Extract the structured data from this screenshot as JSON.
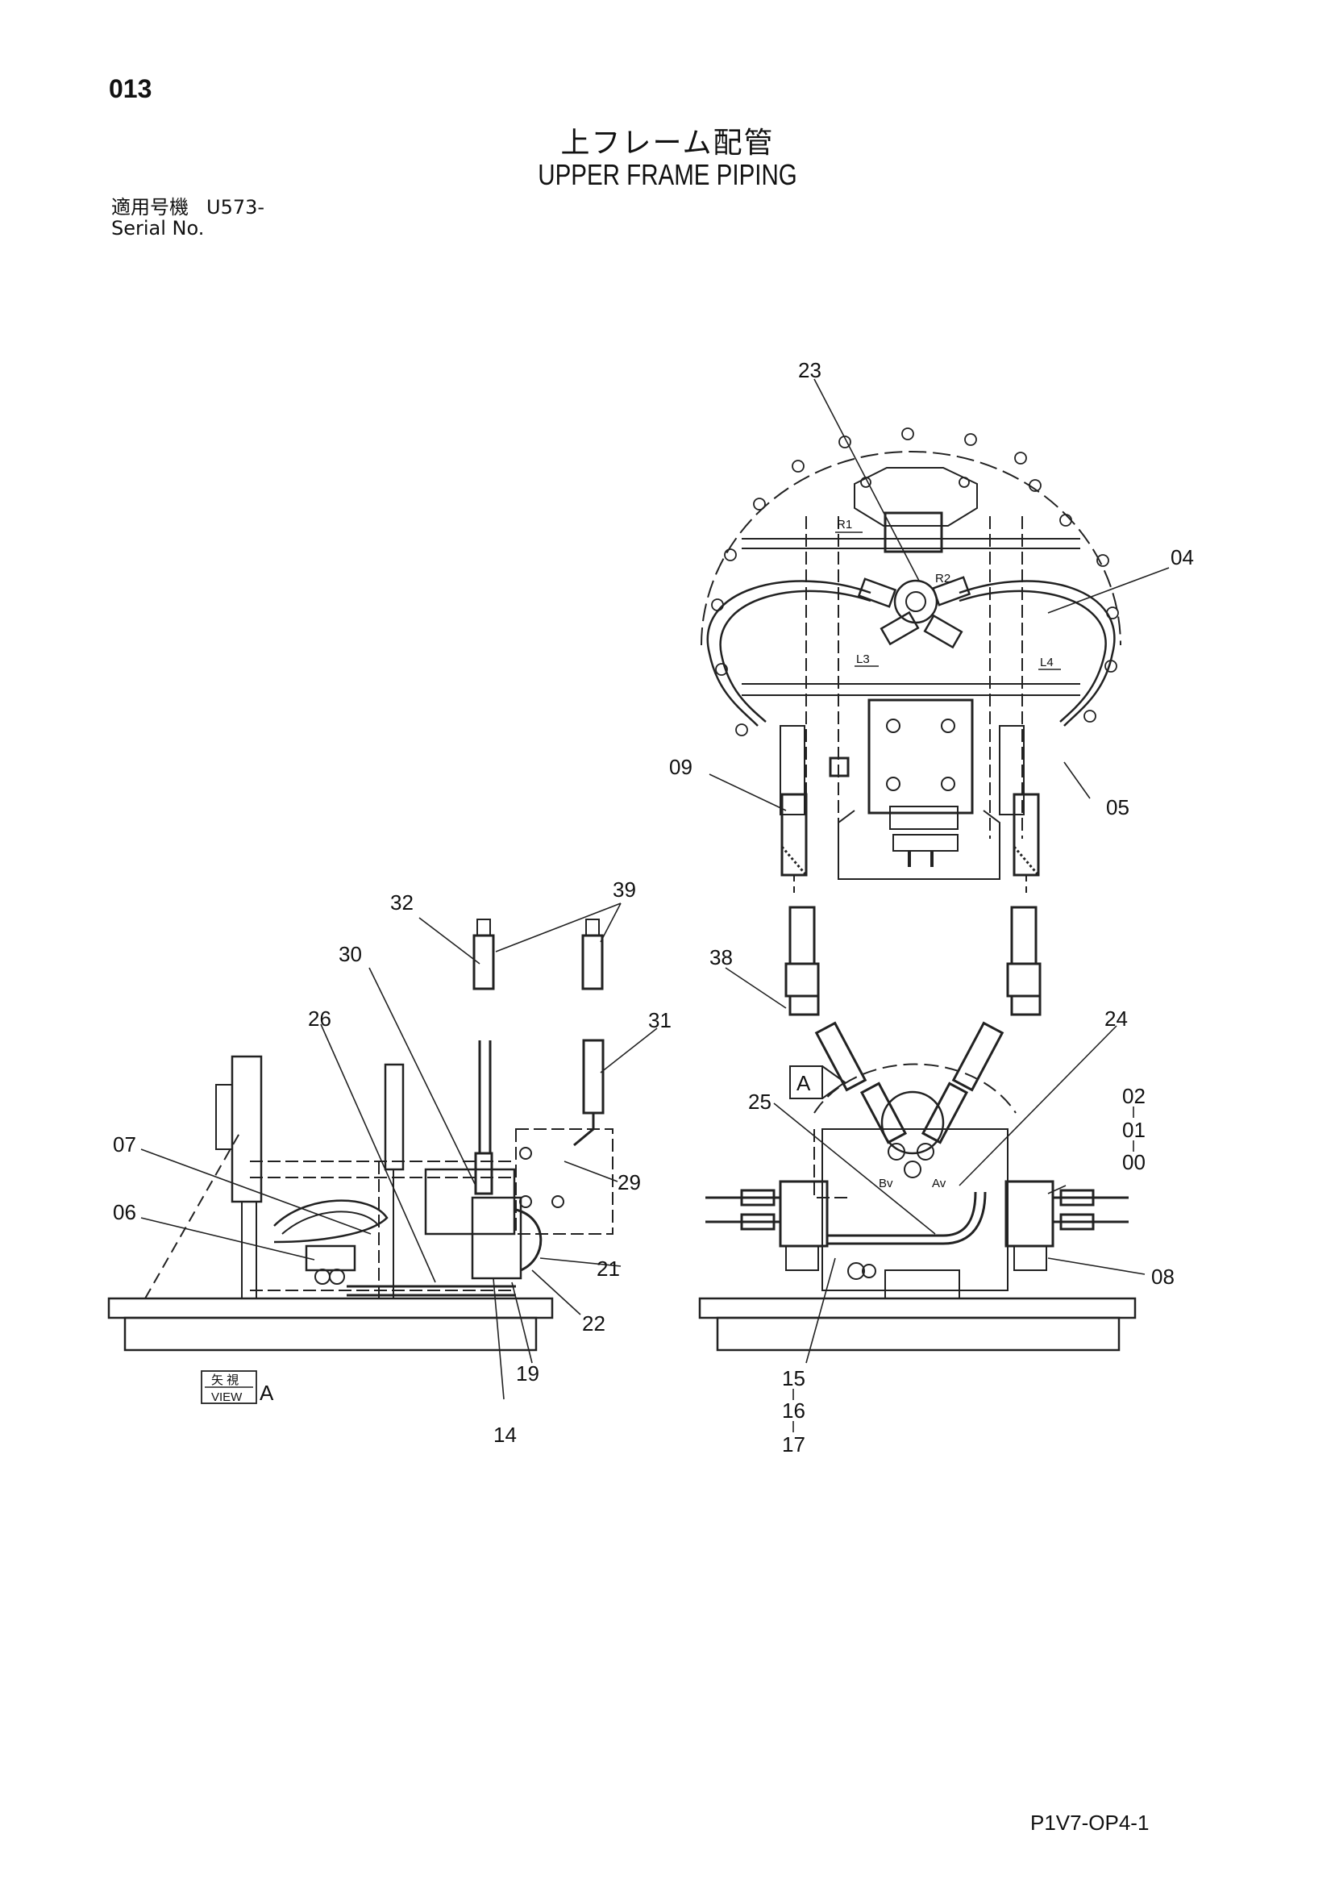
{
  "header": {
    "page_number": "013",
    "title_jp": "上フレーム配管",
    "title_en": "UPPER FRAME PIPING",
    "serial_label_jp": "適用号機",
    "serial_value": "U573-",
    "serial_label_en": "Serial No."
  },
  "view_badge": {
    "jp": "矢 視",
    "en": "VIEW",
    "letter": "A"
  },
  "view_marker": "A",
  "port_labels": {
    "r1": "R1",
    "r2": "R2",
    "l3": "L3",
    "l4": "L4",
    "bv": "Bv",
    "av": "Av"
  },
  "callouts": {
    "c23": "23",
    "c04": "04",
    "c09": "09",
    "c05": "05",
    "c32": "32",
    "c39": "39",
    "c30": "30",
    "c38": "38",
    "c31": "31",
    "c26": "26",
    "c24": "24",
    "c07": "07",
    "c25": "25",
    "c29": "29",
    "c02": "02",
    "c01": "01",
    "c00": "00",
    "c06": "06",
    "c21": "21",
    "c08": "08",
    "c22": "22",
    "c19": "19",
    "c15": "15",
    "c16": "16",
    "c17": "17",
    "c14": "14"
  },
  "footer": {
    "code": "P1V7-OP4-1"
  }
}
